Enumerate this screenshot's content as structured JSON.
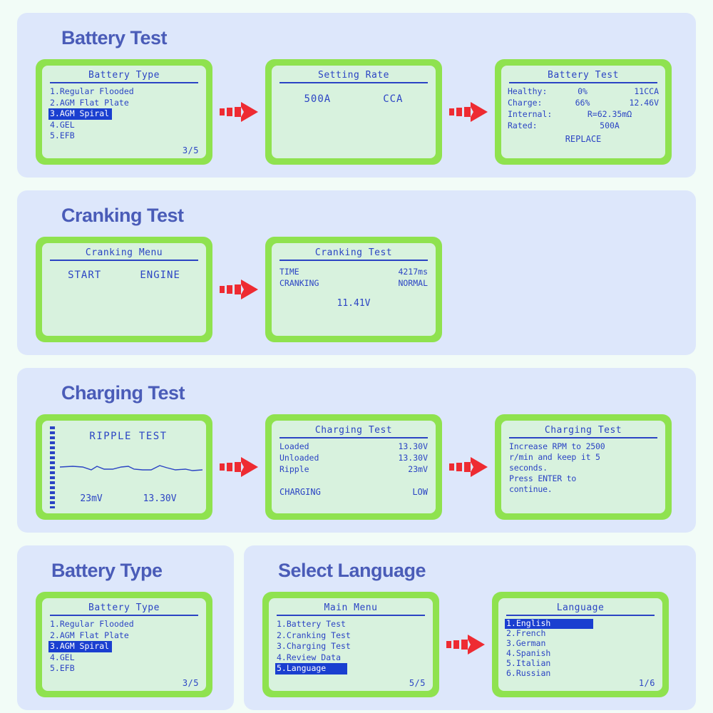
{
  "colors": {
    "page_background": "#f2fcf7",
    "panel_background": "#dde7fb",
    "heading": "#4a5cb8",
    "device_bezel": "#8fe24f",
    "lcd_background": "#d8f2de",
    "lcd_text": "#2b44c4",
    "selection": "#1a3fd0",
    "arrow": "#ee2b32"
  },
  "sections": {
    "battery_test": {
      "title": "Battery Test",
      "screen1": {
        "title": "Battery Type",
        "items": [
          "1.Regular Flooded",
          "2.AGM Flat Plate",
          "3.AGM Spiral",
          "4.GEL",
          "5.EFB"
        ],
        "selected_index": 2,
        "counter": "3/5"
      },
      "screen2": {
        "title": "Setting Rate",
        "value": "500A",
        "unit": "CCA"
      },
      "screen3": {
        "title": "Battery Test",
        "rows": [
          {
            "label": "Healthy:",
            "mid": "0%",
            "right": "11CCA"
          },
          {
            "label": "Charge:",
            "mid": "66%",
            "right": "12.46V"
          },
          {
            "label": "Internal:",
            "mid": "R=62.35mΩ",
            "right": ""
          },
          {
            "label": "Rated:",
            "mid": "500A",
            "right": ""
          }
        ],
        "verdict": "REPLACE"
      }
    },
    "cranking_test": {
      "title": "Cranking Test",
      "screen1": {
        "title": "Cranking Menu",
        "left": "START",
        "right": "ENGINE"
      },
      "screen2": {
        "title": "Cranking Test",
        "rows": [
          {
            "label": "TIME",
            "value": "4217ms"
          },
          {
            "label": "CRANKING",
            "value": "NORMAL"
          }
        ],
        "voltage": "11.41V"
      }
    },
    "charging_test": {
      "title": "Charging Test",
      "screen1": {
        "title": "RIPPLE TEST",
        "ripple_mv": "23mV",
        "voltage": "13.30V"
      },
      "screen2": {
        "title": "Charging Test",
        "rows": [
          {
            "label": "Loaded",
            "value": "13.30V"
          },
          {
            "label": "Unloaded",
            "value": "13.30V"
          },
          {
            "label": "Ripple",
            "value": "23mV"
          }
        ],
        "status_label": "CHARGING",
        "status_value": "LOW"
      },
      "screen3": {
        "title": "Charging Test",
        "lines": [
          "Increase RPM to 2500",
          "r/min and keep it 5",
          "seconds.",
          "Press ENTER to",
          "continue."
        ]
      }
    },
    "battery_type": {
      "title": "Battery Type",
      "screen1": {
        "title": "Battery Type",
        "items": [
          "1.Regular Flooded",
          "2.AGM Flat Plate",
          "3.AGM Spiral",
          "4.GEL",
          "5.EFB"
        ],
        "selected_index": 2,
        "counter": "3/5"
      }
    },
    "select_language": {
      "title": "Select Language",
      "screen1": {
        "title": "Main Menu",
        "items": [
          "1.Battery Test",
          "2.Cranking Test",
          "3.Charging Test",
          "4.Review Data",
          "5.Language"
        ],
        "selected_index": 4,
        "counter": "5/5"
      },
      "screen2": {
        "title": "Language",
        "items": [
          "1.English",
          "2.French",
          "3.German",
          "4.Spanish",
          "5.Italian",
          "6.Russian"
        ],
        "selected_index": 0,
        "counter": "1/6"
      }
    }
  }
}
